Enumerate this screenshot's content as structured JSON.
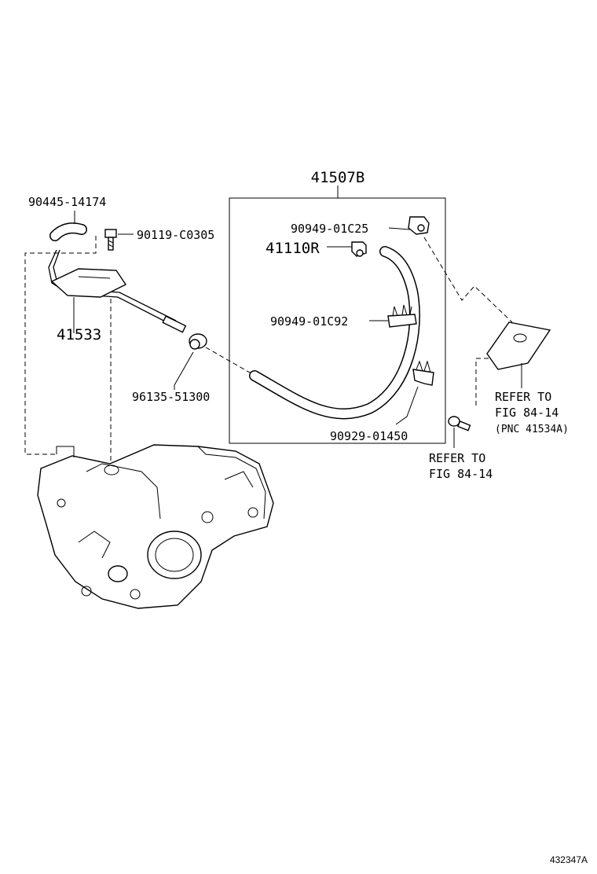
{
  "diagram": {
    "labels": {
      "assembly_41507B": "41507B",
      "bolt_90119": "90119-C0305",
      "hose_90445": "90445-14174",
      "tube_41533": "41533",
      "grommet_96135": "96135-51300",
      "clamp_90949_c25": "90949-01C25",
      "plug_41110R": "41110R",
      "clamp_90949_c92": "90949-01C92",
      "clamp_90929": "90929-01450",
      "refer_1_line1": "REFER TO",
      "refer_1_line2": "FIG 84-14",
      "refer_1_line3": "(PNC 41534A)",
      "refer_2_line1": "REFER TO",
      "refer_2_line2": "FIG 84-14",
      "figure_id": "432347A"
    }
  }
}
